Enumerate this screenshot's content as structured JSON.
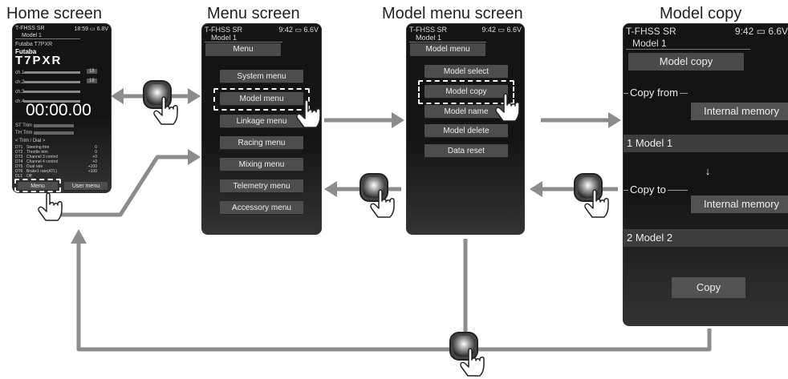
{
  "titles": {
    "home": "Home screen",
    "menu": "Menu screen",
    "model_menu": "Model menu screen",
    "model_copy": "Model copy"
  },
  "home": {
    "status": "T-FHSS SR",
    "time": "18:59",
    "voltage": "6.8V",
    "model": "Model 1",
    "brand_small": "Futaba T7PXR",
    "brand": "Futaba",
    "product": "T7PXR",
    "channels": [
      "ch.1",
      "ch.2",
      "ch.3",
      "ch.4"
    ],
    "ch_badge": "18",
    "timer": "00:00.00",
    "trim_labels": [
      "ST Trim",
      "TH Trim"
    ],
    "dial_header": "< Trim / Dial >",
    "dt_rows": [
      {
        "id": "DT1",
        "label": "Steering trim",
        "val": "0"
      },
      {
        "id": "DT2",
        "label": "Throttle trim",
        "val": "0"
      },
      {
        "id": "DT3",
        "label": "Channel 3 control",
        "val": "+0"
      },
      {
        "id": "DT4",
        "label": "Channel 4 control",
        "val": "+0"
      },
      {
        "id": "DT5",
        "label": "Dual rate",
        "val": "+100"
      },
      {
        "id": "DT6",
        "label": "Brake1 rate(ATL)",
        "val": "+100"
      },
      {
        "id": "DL1",
        "label": "Off",
        "val": ""
      }
    ],
    "menu_button": "Menu",
    "user_menu_button": "User menu"
  },
  "menu": {
    "status": "T-FHSS SR",
    "time": "9:42",
    "voltage": "6.6V",
    "model": "Model 1",
    "header": "Menu",
    "items": [
      "System menu",
      "Model menu",
      "Linkage menu",
      "Racing menu",
      "Mixing menu",
      "Telemetry menu",
      "Accessory menu"
    ]
  },
  "model_menu": {
    "status": "T-FHSS SR",
    "time": "9:42",
    "voltage": "6.6V",
    "model": "Model 1",
    "header": "Model menu",
    "items": [
      "Model select",
      "Model copy",
      "Model name",
      "Model delete",
      "Data reset"
    ]
  },
  "model_copy": {
    "status": "T-FHSS SR",
    "time": "9:42",
    "voltage": "6.6V",
    "model": "Model 1",
    "header": "Model copy",
    "copy_from_label": "Copy from",
    "source_memory": "Internal memory",
    "source_model": "1  Model 1",
    "arrow": "↓",
    "copy_to_label": "Copy to",
    "dest_memory": "Internal memory",
    "dest_model": "2  Model 2",
    "copy_button": "Copy"
  },
  "colors": {
    "arrow": "#8c8c8c",
    "screen_bg": "#141414",
    "button": "#4d4d4d",
    "touch_button": "#555555"
  }
}
